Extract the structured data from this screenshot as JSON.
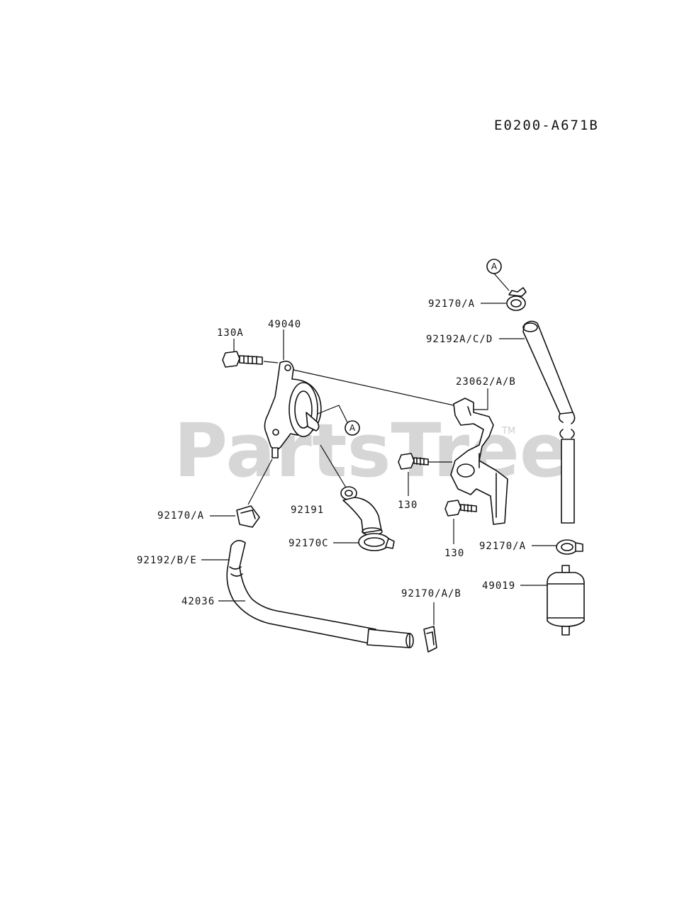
{
  "diagram_code": "E0200-A671B",
  "watermark": "PartsTree",
  "watermark_tm": "TM",
  "ref_marker": "A",
  "labels": {
    "p130a": "130A",
    "p49040": "49040",
    "p92170a_top": "92170/A",
    "p92192acd": "92192A/C/D",
    "p23062ab": "23062/A/B",
    "p130_upper": "130",
    "p130_lower": "130",
    "p92170a_left": "92170/A",
    "p92191": "92191",
    "p92170c": "92170C",
    "p92192be": "92192/B/E",
    "p42036": "42036",
    "p92170ab": "92170/A/B",
    "p92170a_right": "92170/A",
    "p49019": "49019"
  }
}
